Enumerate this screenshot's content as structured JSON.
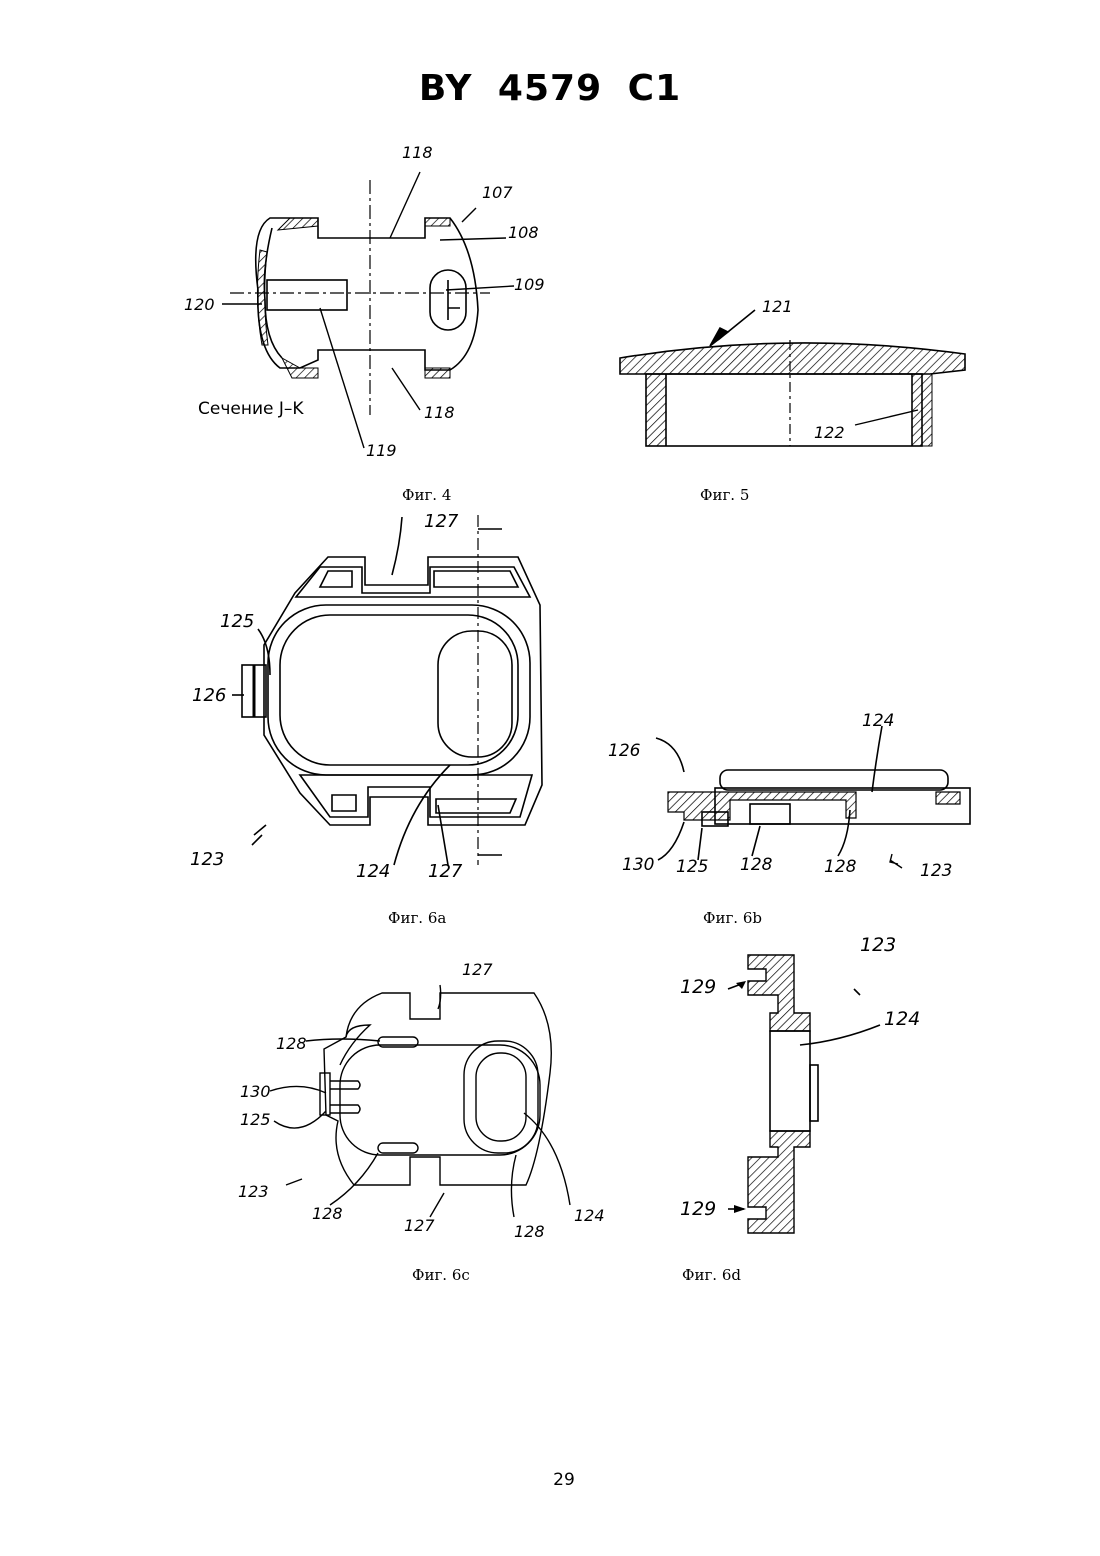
{
  "header": {
    "title": "BY 4579 C1"
  },
  "figures": {
    "fig4": {
      "caption": "Фиг. 4",
      "section_label": "Сечение J–K",
      "labels": [
        "118",
        "107",
        "108",
        "109",
        "120",
        "118",
        "119"
      ]
    },
    "fig5": {
      "caption": "Фиг. 5",
      "labels": [
        "121",
        "122"
      ]
    },
    "fig6a": {
      "caption": "Фиг. 6a",
      "labels": [
        "127",
        "125",
        "126",
        "123",
        "124",
        "127"
      ]
    },
    "fig6b": {
      "caption": "Фиг. 6b",
      "labels": [
        "124",
        "126",
        "130",
        "125",
        "128",
        "128",
        "123"
      ]
    },
    "fig6c": {
      "caption": "Фиг. 6c",
      "labels": [
        "127",
        "128",
        "130",
        "125",
        "123",
        "128",
        "127",
        "128",
        "124"
      ]
    },
    "fig6d": {
      "caption": "Фиг. 6d",
      "labels": [
        "123",
        "129",
        "124",
        "129"
      ]
    }
  },
  "footer": {
    "page_number": "29"
  }
}
